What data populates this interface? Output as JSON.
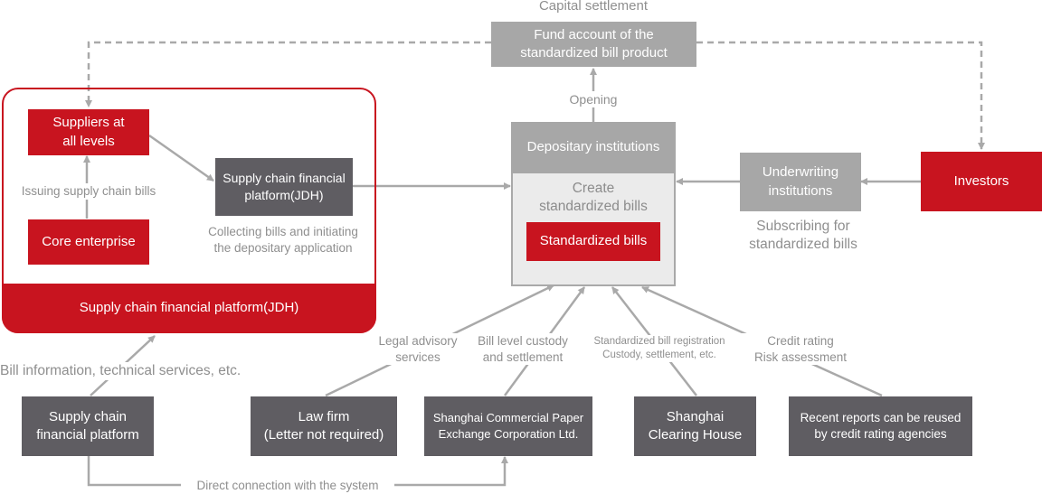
{
  "labels": {
    "capital_settlement": "Capital settlement",
    "opening": "Opening",
    "issuing": "Issuing supply chain bills",
    "collecting": "Collecting bills and initiating\nthe depositary application",
    "subscribing": "Subscribing for\nstandardized bills",
    "bill_info": "Bill information, technical services, etc.",
    "legal": "Legal advisory\nservices",
    "custody": "Bill level custody\nand settlement",
    "registration": "Standardized bill registration\nCustody, settlement, etc.",
    "credit": "Credit rating\nRisk assessment",
    "direct": "Direct connection with the system"
  },
  "nodes": {
    "fund_account": "Fund account of the\nstandardized bill product",
    "suppliers": "Suppliers at\nall levels",
    "core_enterprise": "Core enterprise",
    "scfp_jdh_inner": "Supply chain financial\nplatform(JDH)",
    "scfp_jdh_bar": "Supply chain financial platform(JDH)",
    "depositary": "Depositary institutions",
    "create": "Create\nstandardized bills",
    "standardized_bills": "Standardized bills",
    "underwriting": "Underwriting\ninstitutions",
    "investors": "Investors",
    "scfp": "Supply chain\nfinancial platform",
    "law_firm": "Law firm\n(Letter not required)",
    "shanghai_cpe": "Shanghai Commercial Paper\nExchange Corporation Ltd.",
    "shanghai_clearing": "Shanghai\nClearing House",
    "recent_reports": "Recent reports can be reused\nby credit rating agencies"
  },
  "colors": {
    "red": "#c8141f",
    "dark_gray": "#5f5d62",
    "light_gray": "#a7a7a7",
    "connector": "#a9a9a9"
  }
}
